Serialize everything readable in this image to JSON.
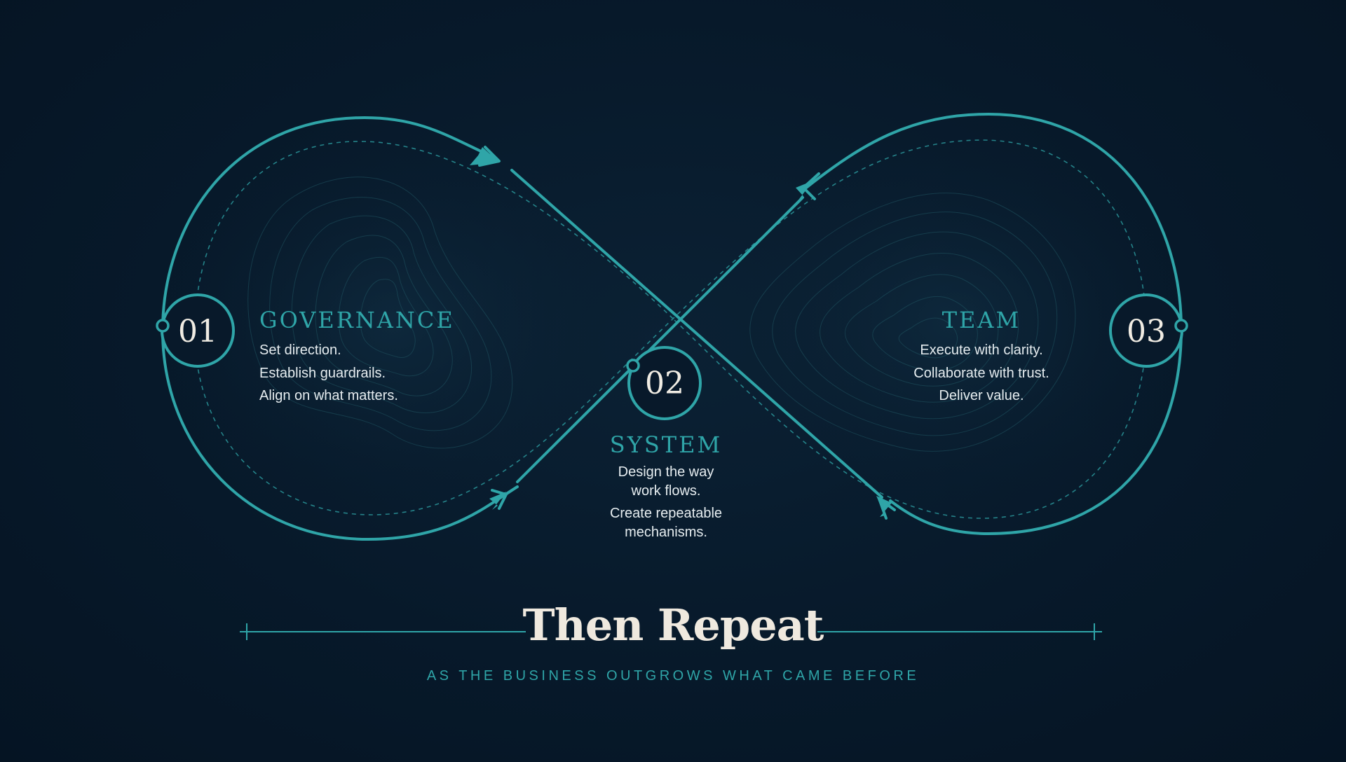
{
  "nodes": [
    {
      "number": "01",
      "title": "GOVERNANCE",
      "lines": [
        "Set direction.",
        "Establish guardrails.",
        "Align on what matters."
      ]
    },
    {
      "number": "02",
      "title": "SYSTEM",
      "lines": [
        "Design the way",
        "work flows.",
        "Create repeatable",
        "mechanisms."
      ]
    },
    {
      "number": "03",
      "title": "TEAM",
      "lines": [
        "Execute with clarity.",
        "Collaborate with trust.",
        "Deliver value."
      ]
    }
  ],
  "footer": {
    "headline": "Then Repeat",
    "subline": "AS THE BUSINESS OUTGROWS WHAT CAME BEFORE"
  },
  "colors": {
    "background": "#061929",
    "accent": "#2fa5a8",
    "text": "#e6edf0",
    "headline": "#efe9df"
  },
  "icons": [
    "flow-arrow-icon",
    "connector-dot-icon"
  ]
}
